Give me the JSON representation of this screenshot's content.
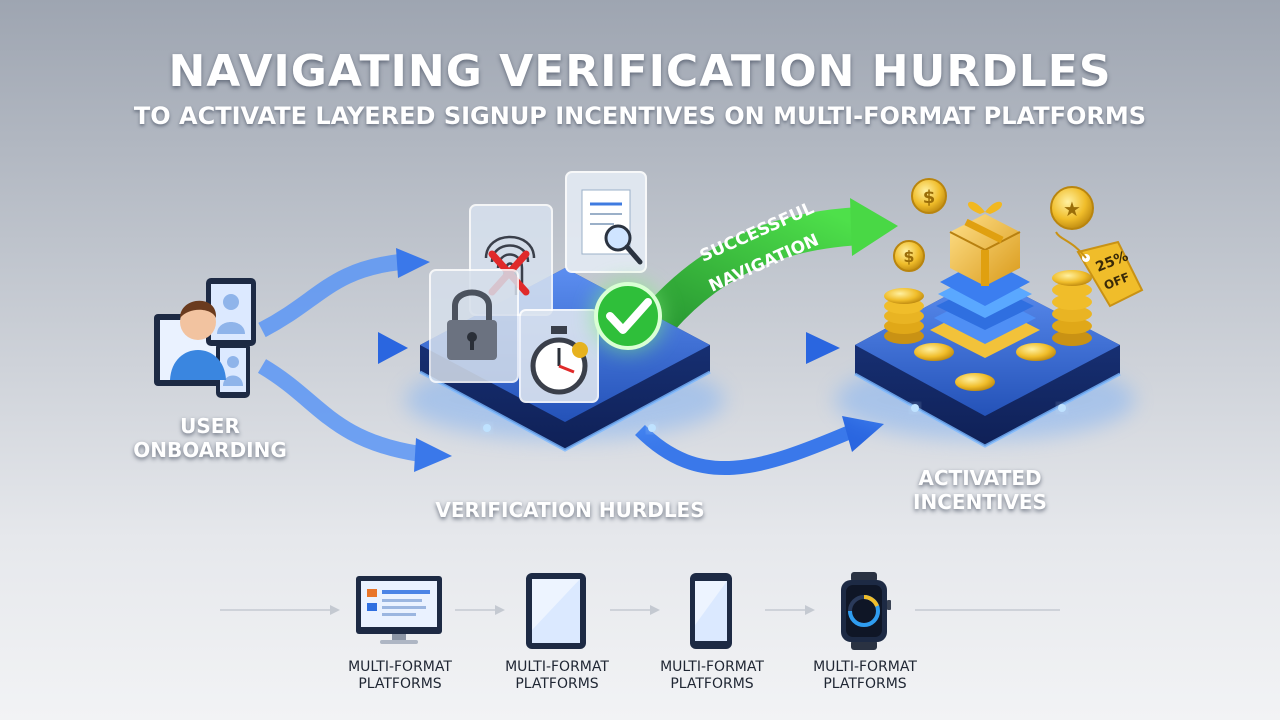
{
  "title": "NAVIGATING VERIFICATION HURDLES",
  "subtitle": "TO ACTIVATE LAYERED SIGNUP INCENTIVES ON MULTI-FORMAT PLATFORMS",
  "labels": {
    "onboarding_line1": "USER",
    "onboarding_line2": "ONBOARDING",
    "hurdles": "VERIFICATION HURDLES",
    "incentives_line1": "ACTIVATED",
    "incentives_line2": "INCENTIVES",
    "success_line1": "SUCCESSFUL",
    "success_line2": "NAVIGATION",
    "discount_line1": "25%",
    "discount_line2": "OFF"
  },
  "platforms": [
    {
      "icon": "desktop-monitor-icon",
      "line1": "MULTI-FORMAT",
      "line2": "PLATFORMS"
    },
    {
      "icon": "tablet-icon",
      "line1": "MULTI-FORMAT",
      "line2": "PLATFORMS"
    },
    {
      "icon": "smartphone-icon",
      "line1": "MULTI-FORMAT",
      "line2": "PLATFORMS"
    },
    {
      "icon": "smartwatch-icon",
      "line1": "MULTI-FORMAT",
      "line2": "PLATFORMS"
    }
  ],
  "colors": {
    "accent_blue": "#2f6fe0",
    "success_green": "#2fbf3a",
    "gold": "#e7b21f",
    "platform_navy": "#1d3f8f"
  }
}
